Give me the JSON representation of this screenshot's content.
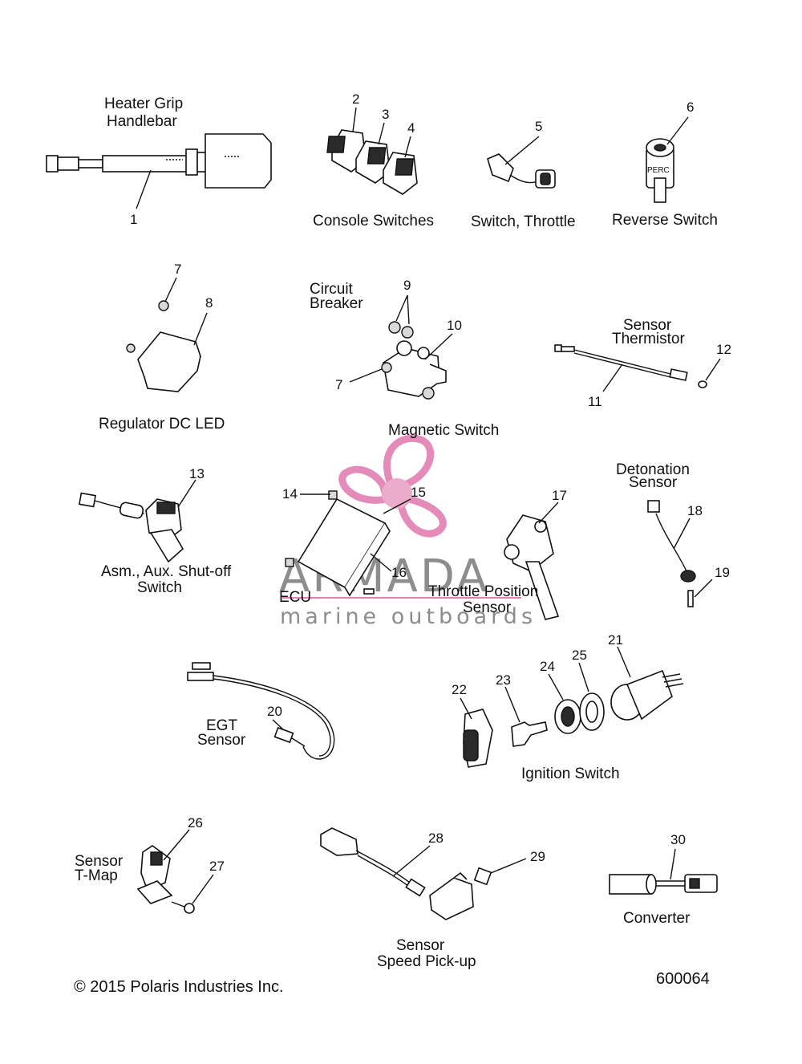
{
  "labels": {
    "heater_grip_1": "Heater Grip",
    "heater_grip_2": "Handlebar",
    "console_switches": "Console Switches",
    "switch_throttle": "Switch, Throttle",
    "reverse_switch": "Reverse Switch",
    "perc_text": "PERC",
    "circuit_breaker_1": "Circuit",
    "circuit_breaker_2": "Breaker",
    "regulator": "Regulator DC LED",
    "magnetic_switch": "Magnetic Switch",
    "sensor_thermistor_1": "Sensor",
    "sensor_thermistor_2": "Thermistor",
    "detonation_1": "Detonation",
    "detonation_2": "Sensor",
    "shutoff_1": "Asm., Aux. Shut-off",
    "shutoff_2": "Switch",
    "ecu": "ECU",
    "tps_1": "Throttle Position",
    "tps_2": "Sensor",
    "egt_1": "EGT",
    "egt_2": "Sensor",
    "ignition_switch": "Ignition Switch",
    "tmap_1": "Sensor",
    "tmap_2": "T-Map",
    "speed_1": "Sensor",
    "speed_2": "Speed Pick-up",
    "converter": "Converter"
  },
  "callouts": {
    "n1": "1",
    "n2": "2",
    "n3": "3",
    "n4": "4",
    "n5": "5",
    "n6": "6",
    "n7a": "7",
    "n7b": "7",
    "n8": "8",
    "n9": "9",
    "n10": "10",
    "n11": "11",
    "n12": "12",
    "n13": "13",
    "n14": "14",
    "n15": "15",
    "n16": "16",
    "n17": "17",
    "n18": "18",
    "n19": "19",
    "n20": "20",
    "n21": "21",
    "n22": "22",
    "n23": "23",
    "n24": "24",
    "n25": "25",
    "n26": "26",
    "n27": "27",
    "n28": "28",
    "n29": "29",
    "n30": "30"
  },
  "watermark": {
    "brand": "ARMADA",
    "tagline": "marine outboards",
    "logo_color": "#e27fb3",
    "hub_color": "#e9a3c6"
  },
  "footer": {
    "copyright": "© 2015 Polaris Industries Inc.",
    "diagram_number": "600064"
  }
}
